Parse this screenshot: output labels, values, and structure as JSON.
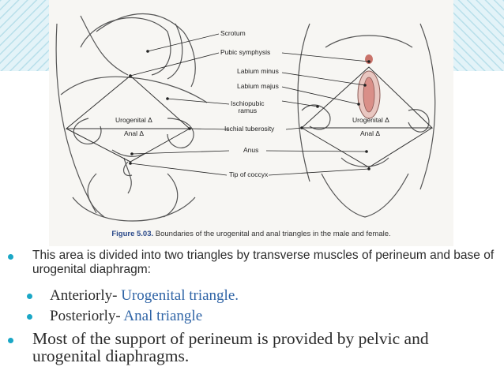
{
  "figure": {
    "labels": {
      "scrotum": "Scrotum",
      "pubic_symphysis": "Pubic symphysis",
      "labium_minus": "Labium minus",
      "labium_majus": "Labium majus",
      "ischiopubic_ramus": "Ischiopubic\nramus",
      "ischial_tuberosity": "Ischial tuberosity",
      "anus": "Anus",
      "tip_of_coccyx": "Tip of coccyx",
      "urogenital_left": "Urogenital Δ",
      "anal_left": "Anal Δ",
      "urogenital_right": "Urogenital Δ",
      "anal_right": "Anal Δ"
    },
    "caption_number": "Figure 5.03.",
    "caption_text": " Boundaries of the urogenital and anal triangles in the male and female."
  },
  "bullets": [
    {
      "text": "This area is divided into two triangles by transverse muscles of perineum and base of urogenital diaphragm:"
    },
    {
      "prefix": "Anteriorly- ",
      "highlight": "Urogenital triangle."
    },
    {
      "prefix": "Posteriorly- ",
      "highlight": "Anal triangle"
    },
    {
      "text": "Most of the support of perineum is provided by pelvic and urogenital diaphragms."
    }
  ],
  "colors": {
    "accent": "#1aa7c6",
    "highlight_text": "#2f64a6",
    "corner_pattern": "#bfe3ee"
  }
}
